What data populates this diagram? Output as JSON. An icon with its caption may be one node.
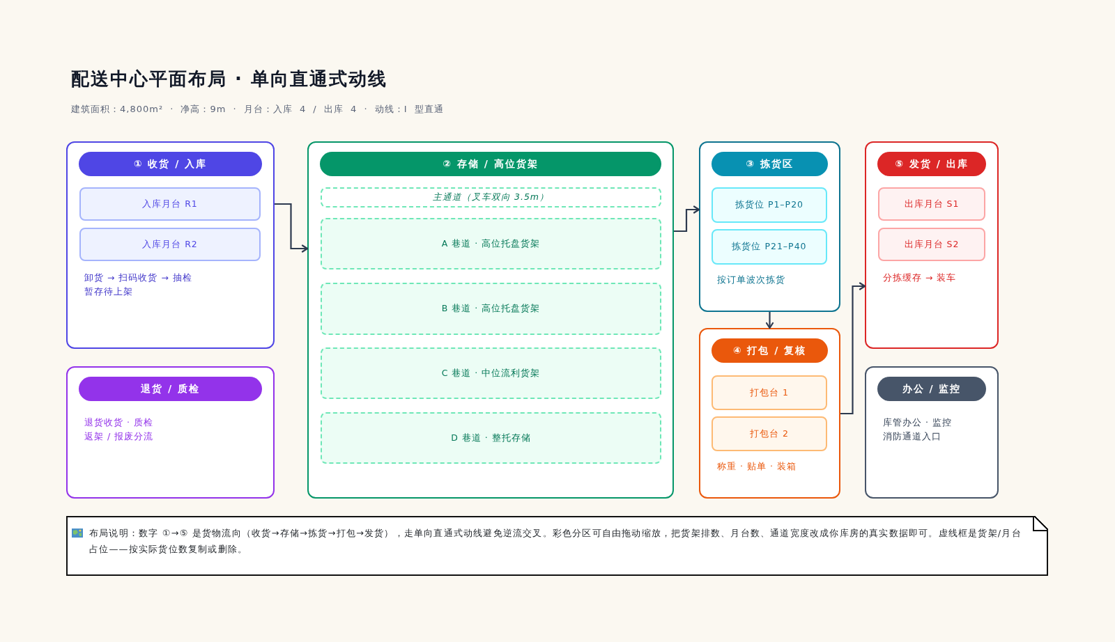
{
  "diagram": {
    "title": "配送中心平面布局 · 单向直通式动线",
    "nodes": [
      {
        "text": [
          "① 收货 / 入库",
          "卸货 → 扫码收货 → 抽检",
          "暂存待上架"
        ]
      },
      {
        "text": [
          "入库月台 R1"
        ],
        "in": 0
      },
      {
        "text": [
          "入库月台 R2"
        ],
        "in": 0
      },
      {
        "text": [
          "② 存储 / 高位货架"
        ]
      },
      {
        "text": [
          "主通道（叉车双向 3.5m）"
        ],
        "in": 3
      },
      {
        "text": [
          "A 巷道 · 高位托盘货架"
        ],
        "in": 3
      },
      {
        "text": [
          "B 巷道 · 高位托盘货架"
        ],
        "in": 3
      },
      {
        "text": [
          "C 巷道 · 中位流利货架"
        ],
        "in": 3
      },
      {
        "text": [
          "D 巷道 · 整托存储"
        ],
        "in": 3
      },
      {
        "text": [
          "③ 拣货区",
          "按订单波次拣货"
        ]
      },
      {
        "text": [
          "拣货位 P1–P20"
        ],
        "in": 9
      },
      {
        "text": [
          "拣货位 P21–P40"
        ],
        "in": 9
      },
      {
        "text": [
          "④ 打包 / 复核",
          "称重 · 贴单 · 装箱"
        ]
      },
      {
        "text": [
          "打包台 1"
        ],
        "in": 12
      },
      {
        "text": [
          "打包台 2"
        ],
        "in": 12
      },
      {
        "text": [
          "⑤ 发货 / 出库",
          "分拣缓存 → 装车"
        ]
      },
      {
        "text": [
          "出库月台 S1"
        ],
        "in": 15
      },
      {
        "text": [
          "出库月台 S2"
        ],
        "in": 15
      },
      {
        "text": [
          "退货 / 质检",
          "退货收货 · 质检",
          "返架 / 报废分流"
        ]
      },
      {
        "text": [
          "办公 / 监控",
          "库管办公 · 监控",
          "消防通道入口"
        ]
      },
      {
        "text": [
          "布局说明：数字 ①→⑤ 是货物流向（收货→存储→拣货→打包→发货），走单向直通式动线避免逆流交叉。彩色分区可自由拖动缩放，把货架排数、月台数、通道宽度改成你库房的真实数据即可。虚线框是货架/月台占位——按实际货位数复制或删除。"
        ]
      }
    ],
    "edges": [
      {
        "from": 0,
        "to": 3,
        "arrow": "to"
      },
      {
        "from": 3,
        "to": 9,
        "arrow": "to"
      },
      {
        "from": 9,
        "to": 12,
        "arrow": "to"
      },
      {
        "from": 12,
        "to": 15,
        "arrow": "to"
      }
    ],
    "labels": [
      "建筑面积：4,800m² · 净高：9m · 月台：入库 4 / 出库 4 · 动线：I 型直通"
    ]
  }
}
